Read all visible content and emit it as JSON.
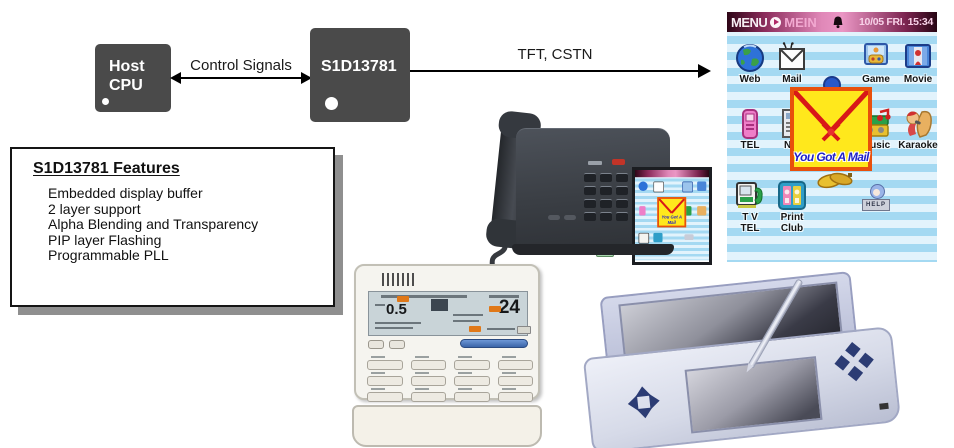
{
  "diagram": {
    "host_chip": {
      "line1": "Host",
      "line2": "CPU"
    },
    "controller_chip": {
      "label": "S1D13781"
    },
    "control_bus_label": "Control Signals",
    "display_bus_label": "TFT, CSTN"
  },
  "features": {
    "title": "S1D13781 Features",
    "items": [
      "Embedded display buffer",
      "2 layer support",
      "Alpha Blending and Transparency",
      "PIP layer Flashing",
      "Programmable PLL"
    ]
  },
  "phone_ui": {
    "header": {
      "menu": "MENU",
      "submenu": "MEIN",
      "datetime": "10/05 FRI. 15:34"
    },
    "popup": {
      "text": "You Got A Mail"
    },
    "icons": {
      "web": "Web",
      "mail": "Mail",
      "game": "Game",
      "movie": "Movie",
      "tel": "TEL",
      "net": "Net",
      "music": "Music",
      "karaoke": "Karaoke",
      "tvtel_line1": "T V",
      "tvtel_line2": "TEL",
      "printclub_line1": "Print",
      "printclub_line2": "Club",
      "help_sign": "HELP"
    }
  },
  "remote_display": {
    "left_value": "0.5",
    "right_value": "24"
  }
}
